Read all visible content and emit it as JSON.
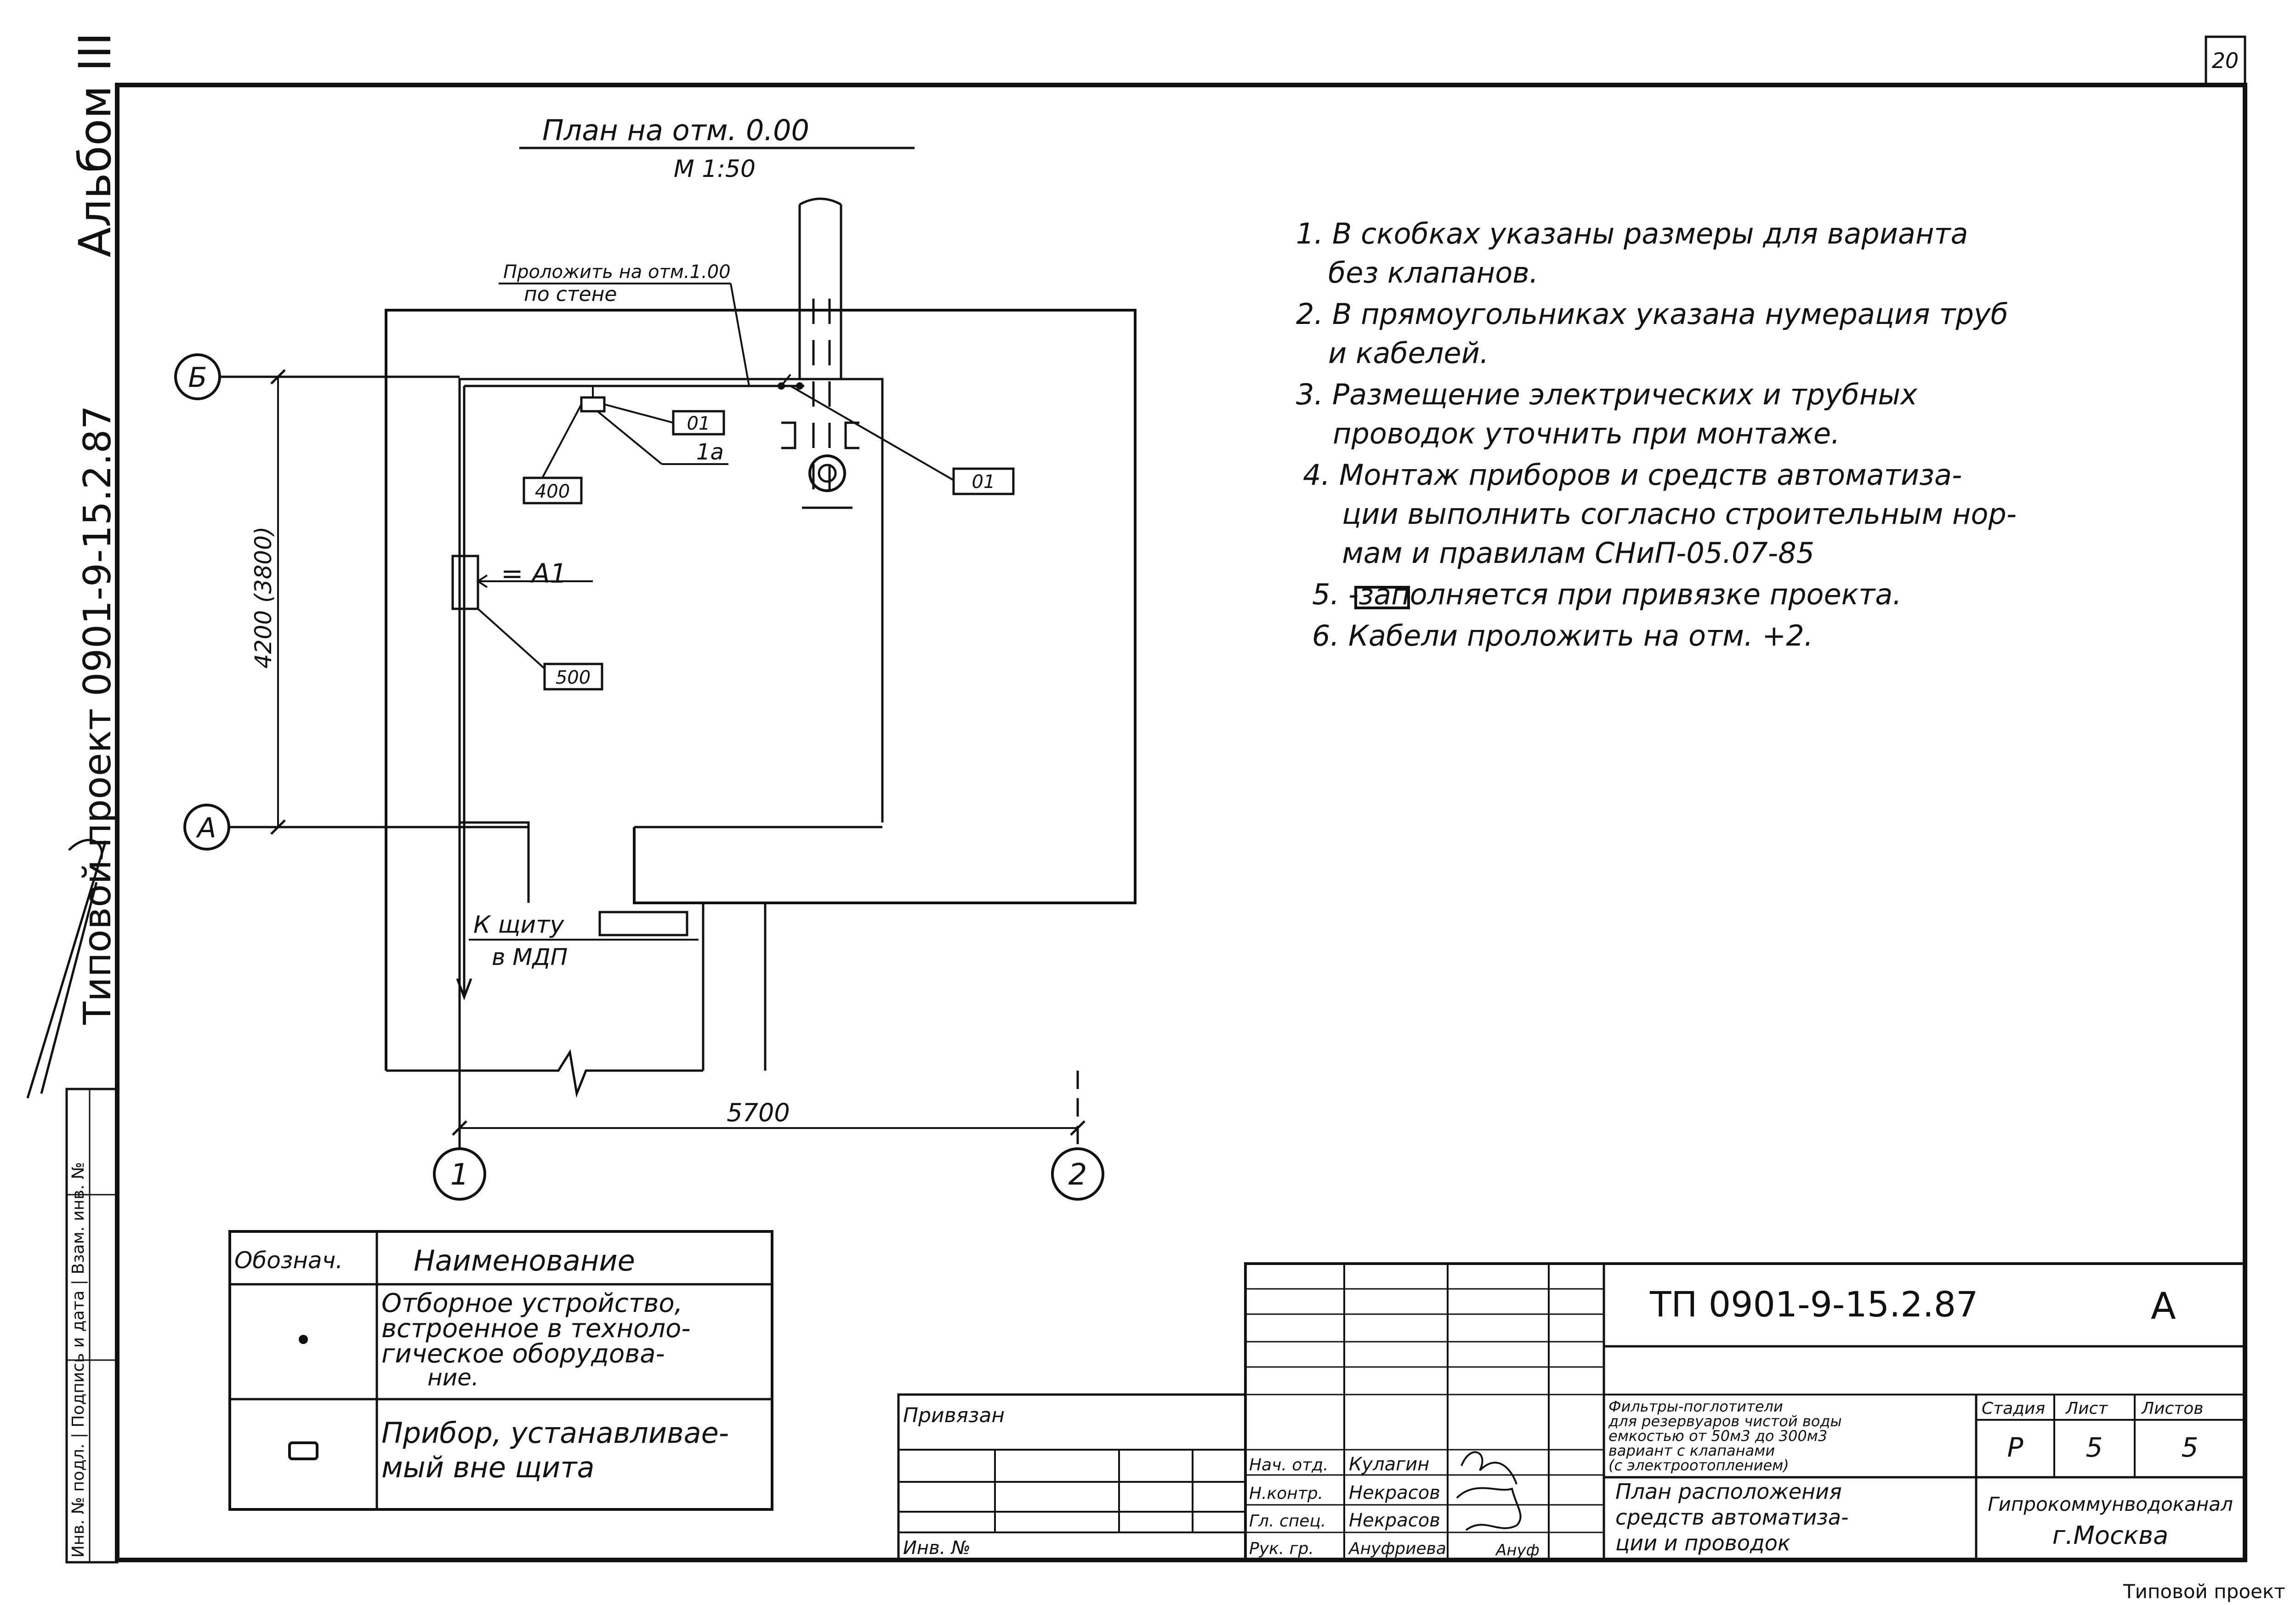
{
  "sheet": {
    "page_number": "20",
    "side_title": "Альбом III",
    "side_project": "Типовой проект 0901-9-15.2.87",
    "side_stamp": "Инв. № подл. | Подпись и дата | Взам. инв. №"
  },
  "plan": {
    "title": "План на отм. 0.00",
    "scale": "М 1:50",
    "note_wall_1": "Проложить на отм.1.00",
    "note_wall_2": "по стене",
    "axis_b": "Б",
    "axis_a": "А",
    "axis_1": "1",
    "axis_2": "2",
    "dim_vertical": "4200 (3800)",
    "dim_horizontal": "5700",
    "label_a1": "= А1",
    "to_panel_1": "К щиту",
    "to_panel_2": "в МДП",
    "tags": [
      "01",
      "1а",
      "400",
      "01",
      "500"
    ]
  },
  "notes": [
    "1. В скобках указаны размеры для варианта",
    "без клапанов.",
    "2. В прямоугольниках указана нумерация труб",
    "и кабелей.",
    "3. Размещение электрических и трубных",
    "проводок уточнить при монтаже.",
    "4. Монтаж приборов и средств автоматиза-",
    "ции выполнить согласно строительным нор-",
    "мам и правилам СНиП-05.07-85",
    "5.       -заполняется при привязке проекта.",
    "6. Кабели проложить на отм. +2."
  ],
  "legend": {
    "col_designation": "Обознач.",
    "col_name": "Наименование",
    "row1_lines": [
      "Отборное устройство,",
      "встроенное в техноло-",
      "гическое оборудова-",
      "ние."
    ],
    "row2_lines": [
      "Прибор, устанавливае-",
      "мый вне щита"
    ]
  },
  "titleblock": {
    "privyazan": "Привязан",
    "inv_no": "Инв. №",
    "code": "ТП 0901-9-15.2.87",
    "letter": "А",
    "desc_lines": [
      "Фильтры-поглотители",
      "для резервуаров чистой воды",
      "емкостью от 50м3 до 300м3",
      "вариант с клапанами",
      "(с электроотоплением)"
    ],
    "sheet_title_lines": [
      "План расположения",
      "средств автоматиза-",
      "ции и проводок"
    ],
    "stage_label": "Стадия",
    "sheet_label": "Лист",
    "sheets_label": "Листов",
    "stage": "Р",
    "sheet": "5",
    "sheets": "5",
    "org_1": "Гипрокоммунводоканал",
    "org_2": "г.Москва",
    "roles": [
      {
        "role": "Нач. отд.",
        "name": "Кулагин"
      },
      {
        "role": "Н.контр.",
        "name": "Некрасов"
      },
      {
        "role": "Гл. спец.",
        "name": "Некрасов"
      },
      {
        "role": "Рук. гр.",
        "name": "Ануфриева"
      }
    ],
    "signature_initials": "Ануф",
    "bottom_stamp": "Типовой проект"
  }
}
